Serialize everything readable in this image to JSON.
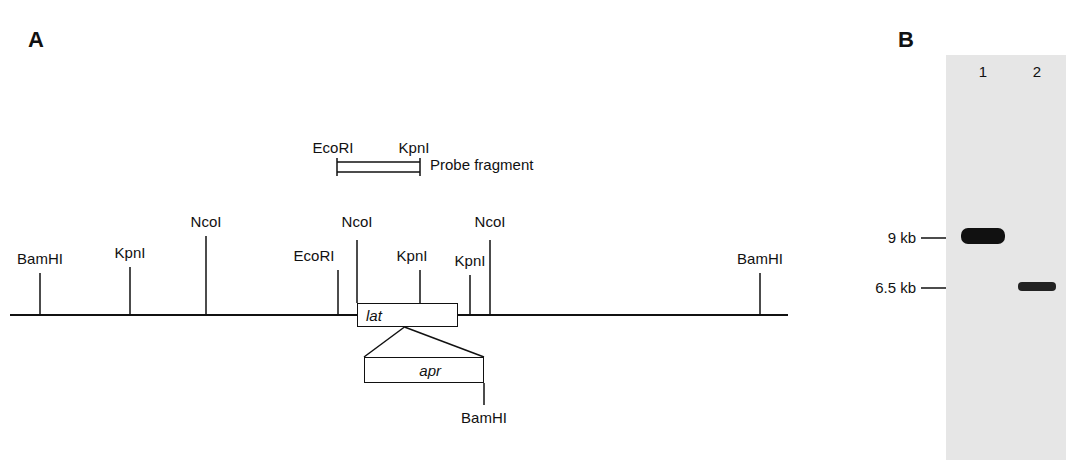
{
  "diagram": {
    "nodes": [
      {
        "text": [
          "lat"
        ]
      },
      {
        "text": [
          "apr"
        ]
      }
    ],
    "edges": [
      {
        "from": 0,
        "to": 1,
        "arrow": "none"
      },
      {
        "from": 0,
        "to": 1,
        "arrow": "none"
      }
    ],
    "labels": [
      "A",
      "B",
      "EcoRI",
      "KpnI",
      "Probe fragment",
      "BamHI",
      "KpnI",
      "NcoI",
      "EcoRI",
      "NcoI",
      "KpnI",
      "KpnI",
      "NcoI",
      "BamHI",
      "BamHI",
      "1",
      "2",
      "9 kb",
      "6.5 kb"
    ]
  }
}
